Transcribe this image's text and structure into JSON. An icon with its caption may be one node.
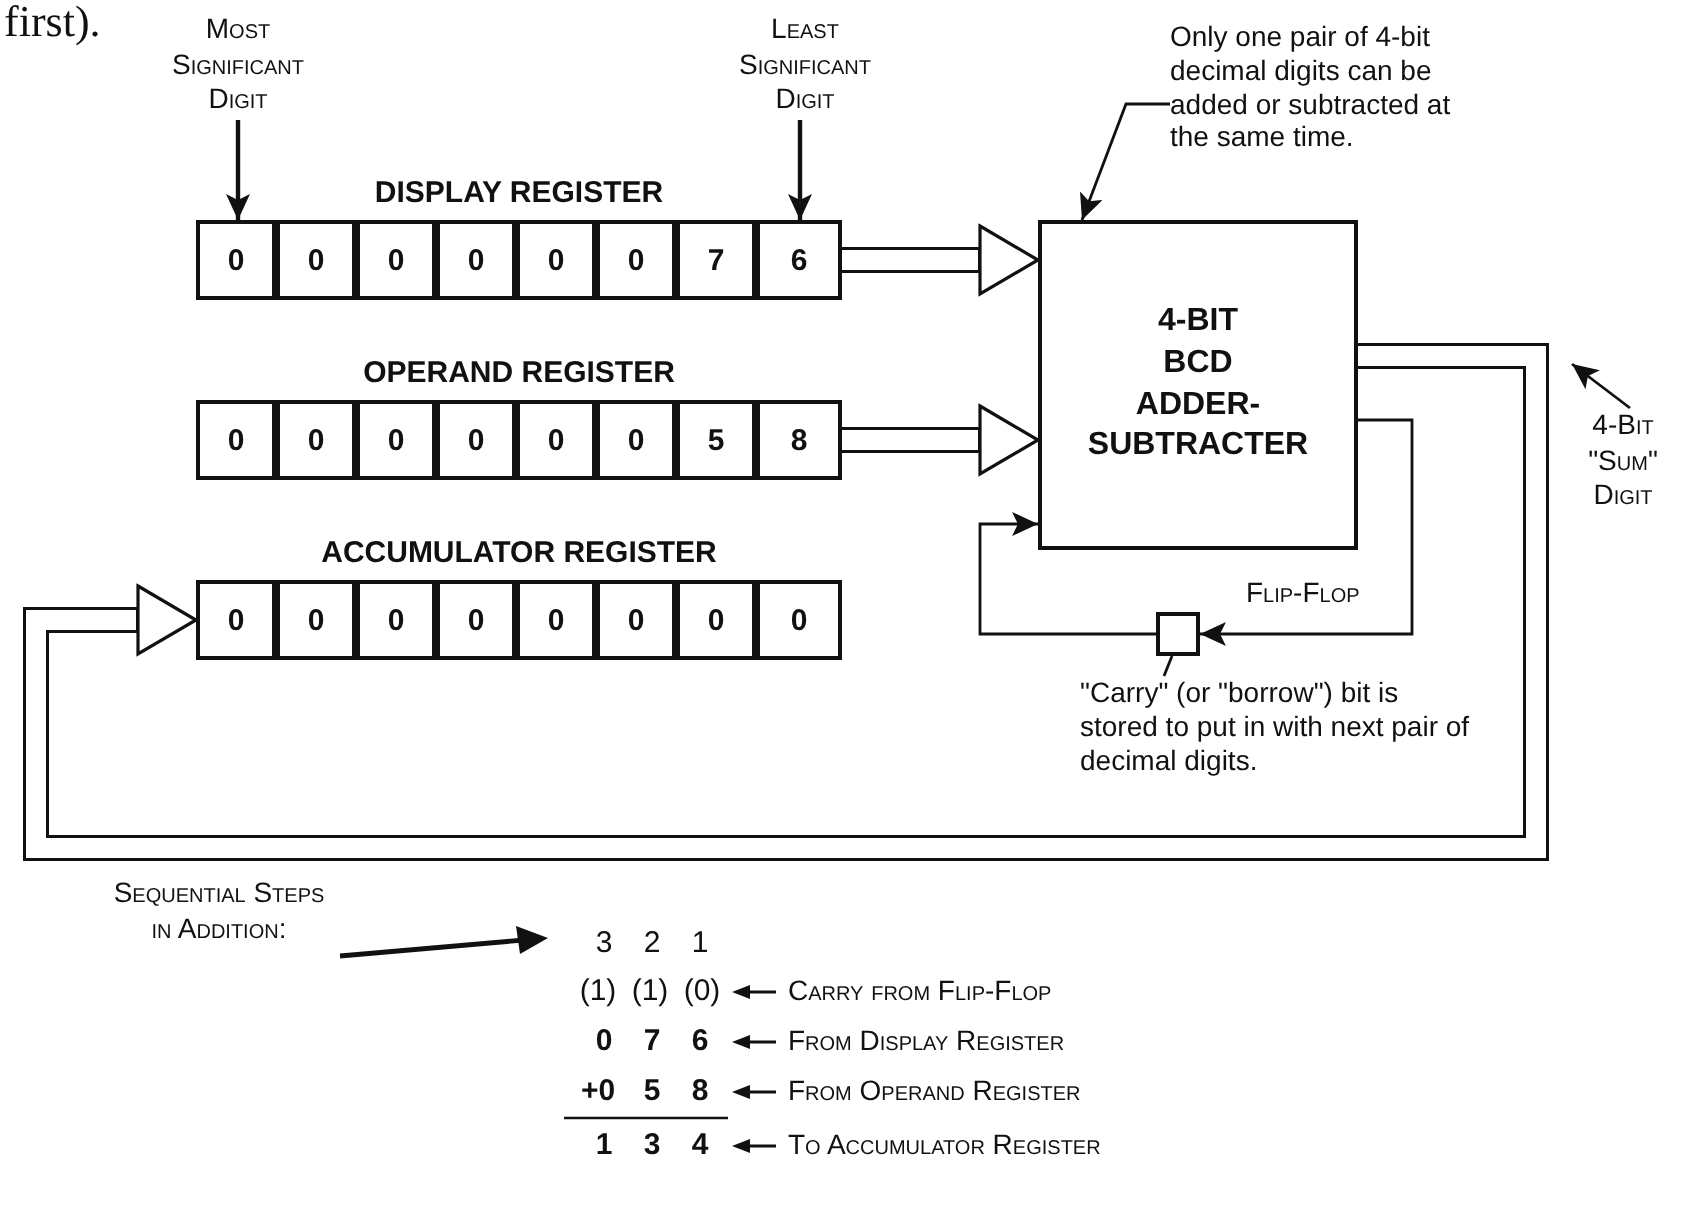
{
  "diagram": {
    "nodes": [
      {
        "text": [
          "Most Significant Digit"
        ]
      },
      {
        "text": [
          "Least Significant Digit"
        ]
      },
      {
        "text": [
          "Only one pair of 4-bit decimal digits can be added or subtracted at the same time."
        ]
      },
      {
        "text": [
          "DISPLAY REGISTER"
        ]
      },
      {
        "text": [
          "0"
        ],
        "in": 3
      },
      {
        "text": [
          "0"
        ],
        "in": 3
      },
      {
        "text": [
          "0"
        ],
        "in": 3
      },
      {
        "text": [
          "0"
        ],
        "in": 3
      },
      {
        "text": [
          "0"
        ],
        "in": 3
      },
      {
        "text": [
          "0"
        ],
        "in": 3
      },
      {
        "text": [
          "7"
        ],
        "in": 3
      },
      {
        "text": [
          "6"
        ],
        "in": 3
      },
      {
        "text": [
          "OPERAND REGISTER"
        ]
      },
      {
        "text": [
          "0"
        ],
        "in": 12
      },
      {
        "text": [
          "0"
        ],
        "in": 12
      },
      {
        "text": [
          "0"
        ],
        "in": 12
      },
      {
        "text": [
          "0"
        ],
        "in": 12
      },
      {
        "text": [
          "0"
        ],
        "in": 12
      },
      {
        "text": [
          "0"
        ],
        "in": 12
      },
      {
        "text": [
          "5"
        ],
        "in": 12
      },
      {
        "text": [
          "8"
        ],
        "in": 12
      },
      {
        "text": [
          "ACCUMULATOR REGISTER"
        ]
      },
      {
        "text": [
          "0"
        ],
        "in": 21
      },
      {
        "text": [
          "0"
        ],
        "in": 21
      },
      {
        "text": [
          "0"
        ],
        "in": 21
      },
      {
        "text": [
          "0"
        ],
        "in": 21
      },
      {
        "text": [
          "0"
        ],
        "in": 21
      },
      {
        "text": [
          "0"
        ],
        "in": 21
      },
      {
        "text": [
          "0"
        ],
        "in": 21
      },
      {
        "text": [
          "0"
        ],
        "in": 21
      },
      {
        "text": [
          "4-BIT BCD ADDER-SUBTRACTER"
        ]
      },
      {
        "text": [],
        "shape": "box",
        "beside": [
          "Flip-Flop"
        ]
      },
      {
        "text": [
          "4-Bit \"Sum\" Digit"
        ]
      },
      {
        "text": [
          "\"Carry\" (or \"borrow\") bit is stored to put in with next pair of decimal digits."
        ]
      }
    ],
    "edges": [
      {
        "from": 0,
        "to": 4,
        "arrow": "to"
      },
      {
        "from": 1,
        "to": 11,
        "arrow": "to"
      },
      {
        "from": 2,
        "to": 30,
        "arrow": "to"
      },
      {
        "from": 3,
        "to": 30,
        "arrow": "to",
        "style": "thick"
      },
      {
        "from": 12,
        "to": 30,
        "arrow": "to",
        "style": "thick"
      },
      {
        "from": 30,
        "to": 21,
        "arrow": "to",
        "style": "thick"
      },
      {
        "from": 30,
        "to": 31,
        "arrow": "to"
      },
      {
        "from": 31,
        "to": 30,
        "arrow": "to"
      },
      {
        "from": 32,
        "to": null,
        "arrow": "to"
      },
      {
        "from": 33,
        "to": 31,
        "arrow": "none"
      }
    ],
    "labels": [
      "first).",
      "Sequential Steps in Addition:",
      "3",
      "2",
      "1",
      "(1)",
      "(1)",
      "(0)",
      "Carry from Flip-Flop",
      "0",
      "7",
      "6",
      "From Display Register",
      "+0",
      "5",
      "8",
      "From Operand Register",
      "1",
      "3",
      "4",
      "To Accumulator Register"
    ]
  }
}
